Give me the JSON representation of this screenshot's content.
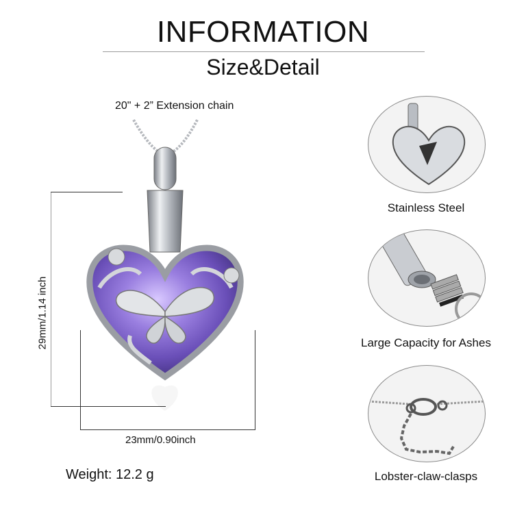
{
  "header": {
    "title": "INFORMATION",
    "subtitle": "Size&Detail"
  },
  "product": {
    "chain_length": "20\" +  2” Extension chain",
    "height_dimension": "29mm/1.14 inch",
    "width_dimension": "23mm/0.90inch",
    "weight": "Weight: 12.2 g",
    "gem_color": "#8a6fd0",
    "metal_color": "#c9ccd1"
  },
  "features": [
    {
      "label": "Stainless Steel",
      "icon": "heart-back-icon"
    },
    {
      "label": "Large Capacity for Ashes",
      "icon": "screw-cap-icon"
    },
    {
      "label": "Lobster-claw-clasps",
      "icon": "clasp-icon"
    }
  ]
}
